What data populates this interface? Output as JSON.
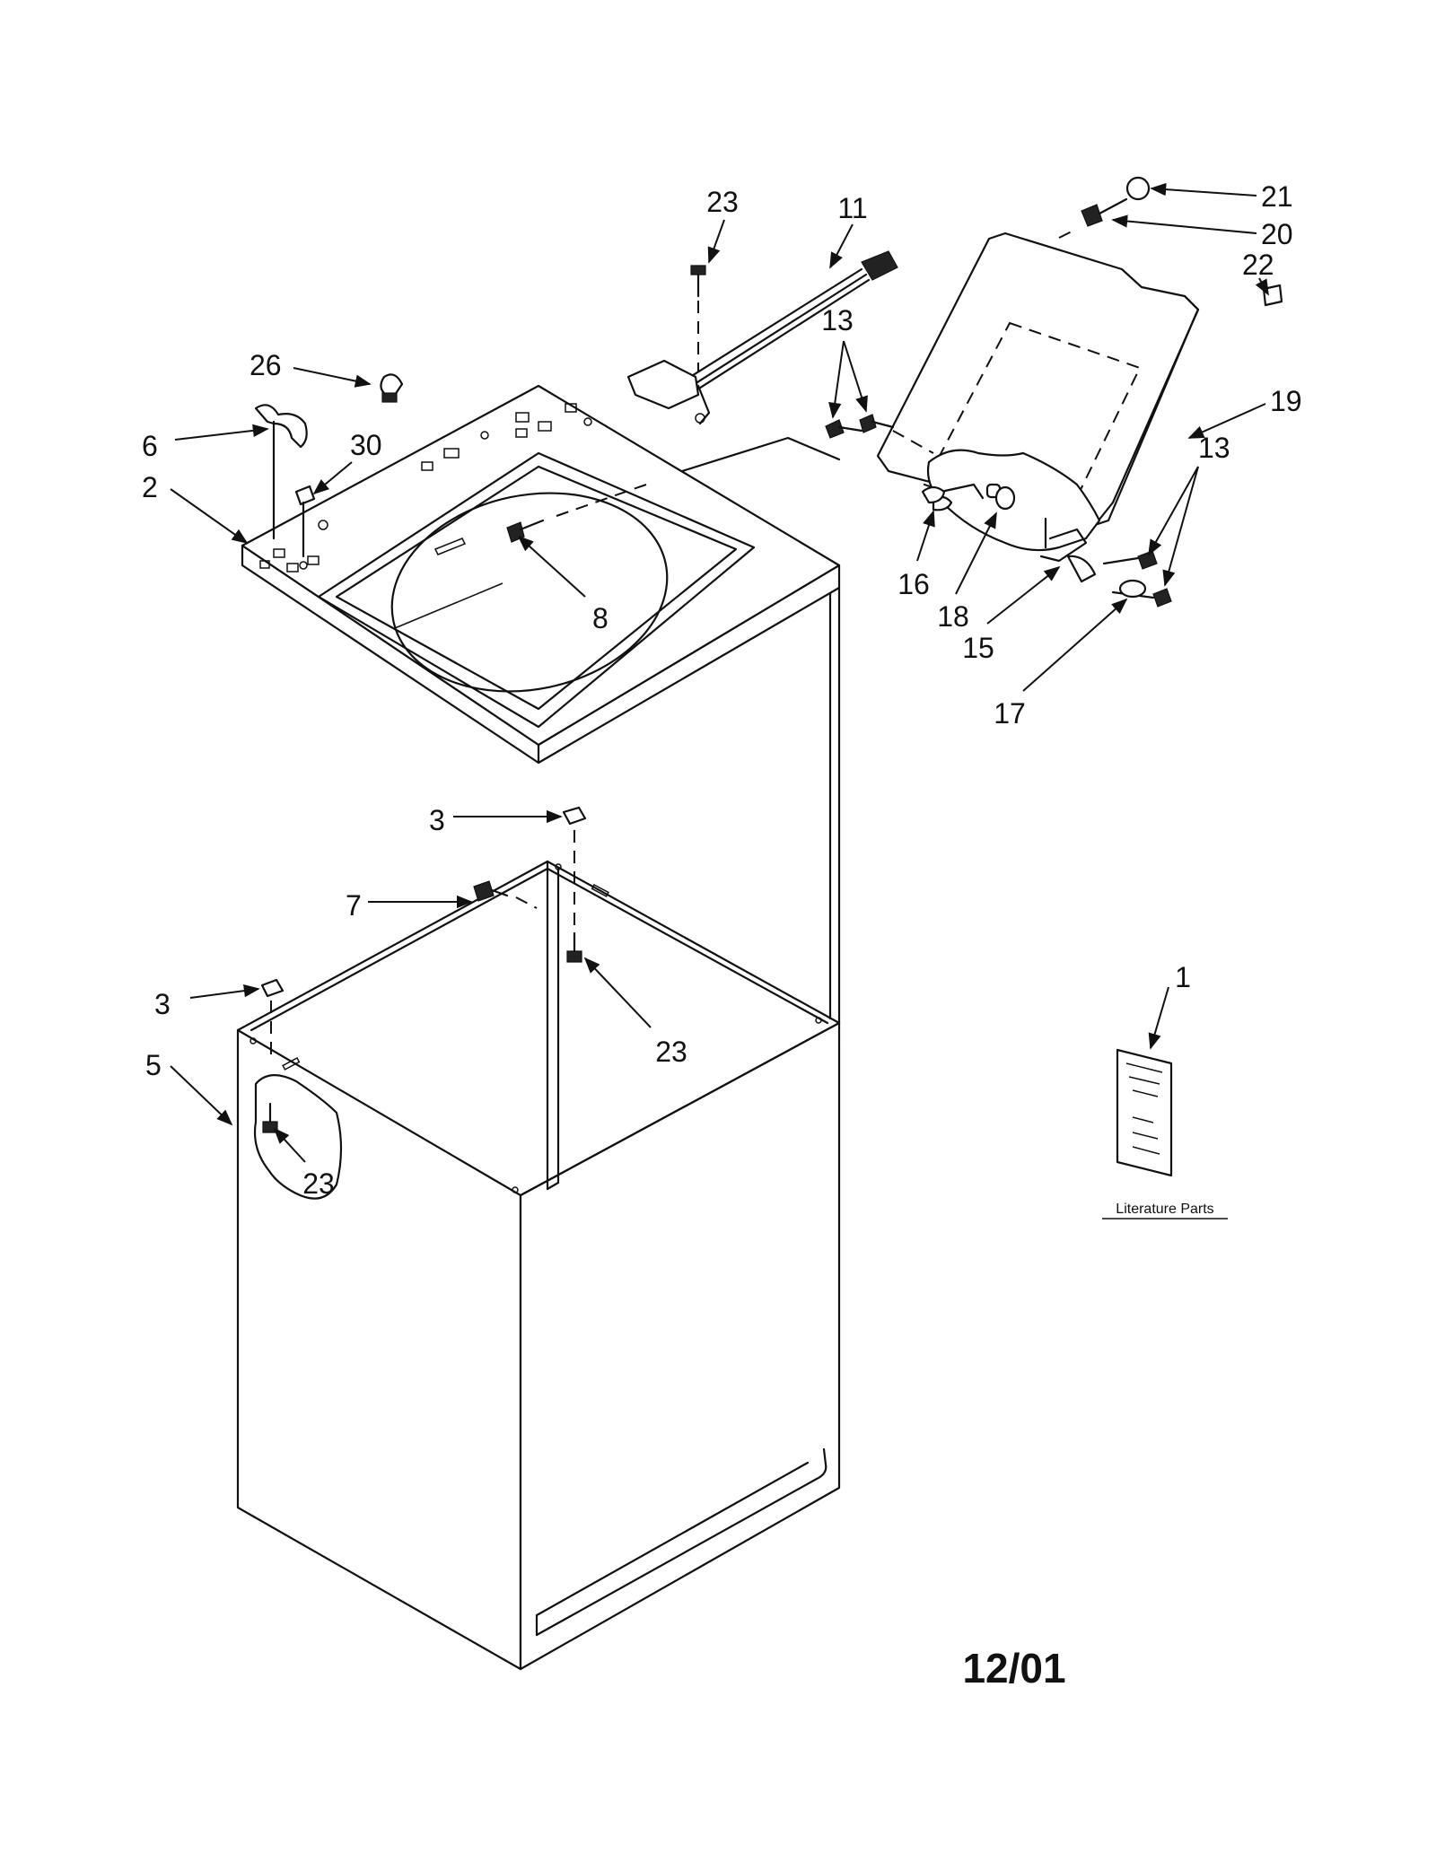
{
  "callouts": {
    "c23_top": "23",
    "c11": "11",
    "c21": "21",
    "c20": "20",
    "c22": "22",
    "c13_top": "13",
    "c19": "19",
    "c13_right": "13",
    "c26": "26",
    "c6": "6",
    "c30": "30",
    "c2": "2",
    "c8": "8",
    "c16": "16",
    "c18": "18",
    "c15": "15",
    "c17": "17",
    "c3_top": "3",
    "c7": "7",
    "c3_left": "3",
    "c23_mid": "23",
    "c5": "5",
    "c23_low": "23",
    "c1": "1"
  },
  "literature_label": "Literature Parts",
  "date_code": "12/01"
}
